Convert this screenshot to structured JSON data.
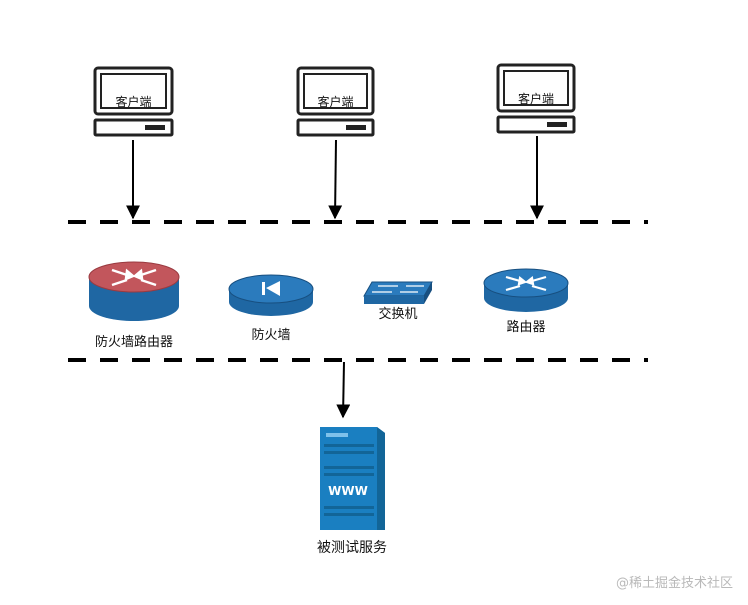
{
  "clients": [
    {
      "label": "客户端"
    },
    {
      "label": "客户端"
    },
    {
      "label": "客户端"
    }
  ],
  "devices": [
    {
      "type": "firewall-router",
      "label": "防火墙路由器",
      "icon": "firewall-router-icon"
    },
    {
      "type": "firewall",
      "label": "防火墙",
      "icon": "firewall-icon"
    },
    {
      "type": "switch",
      "label": "交换机",
      "icon": "switch-icon"
    },
    {
      "type": "router",
      "label": "路由器",
      "icon": "router-icon"
    }
  ],
  "server": {
    "screen_text": "WWW",
    "label": "被测试服务",
    "icon": "server-icon"
  },
  "watermark": "@稀土掘金技术社区",
  "colors": {
    "device_blue": "#1f67a3",
    "device_blue_top": "#2b7bbd",
    "device_blue_dark": "#174f80",
    "router_red_top": "#c2565c",
    "router_red_side": "#9a3a40",
    "server_blue": "#1a7fc1",
    "server_blue_dark": "#126598",
    "line": "#000000",
    "watermark": "#b9b9b9"
  }
}
